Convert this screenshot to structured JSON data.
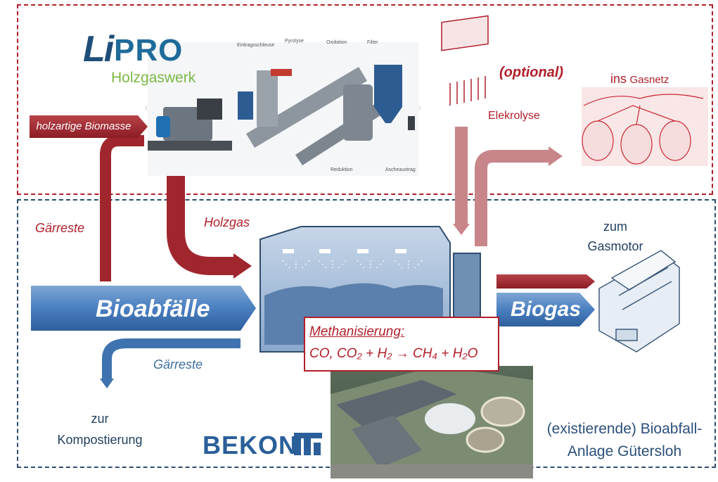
{
  "logo": {
    "li": "Li",
    "pro": "PRO",
    "sub": "Holzgaswerk"
  },
  "machine_labels": [
    "Eintragsschleuse",
    "Pyrolyse",
    "Oxidation",
    "Filter",
    "Reduktion",
    "Ascheaustrag"
  ],
  "flows": {
    "biomasse": "holzartige Biomasse",
    "garreste_top": "Gärreste",
    "holzgas": "Holzgas",
    "optional": "(optional)",
    "elektrolyse": "Elekrolyse",
    "ins": "ins",
    "gasnetz": "Gasnetz",
    "bioabfaelle": "Bioabfälle",
    "biogas": "Biogas",
    "garreste_bottom": "Gärreste",
    "kompost_1": "zur",
    "kompost_2": "Kompostierung",
    "gasmotor_1": "zum",
    "gasmotor_2": "Gasmotor"
  },
  "methan": {
    "title": "Methanisierung:",
    "equation": "CO, CO₂ + H₂ →  CH₄ + H₂O"
  },
  "bekon": "BEKON",
  "anlage": {
    "line1": "(existierende) Bioabfall-",
    "line2": "Anlage Gütersloh"
  },
  "colors": {
    "red": "#b11f2a",
    "blue": "#3f73b0",
    "navy": "#2f4e6d",
    "pink": "#c8868a"
  }
}
